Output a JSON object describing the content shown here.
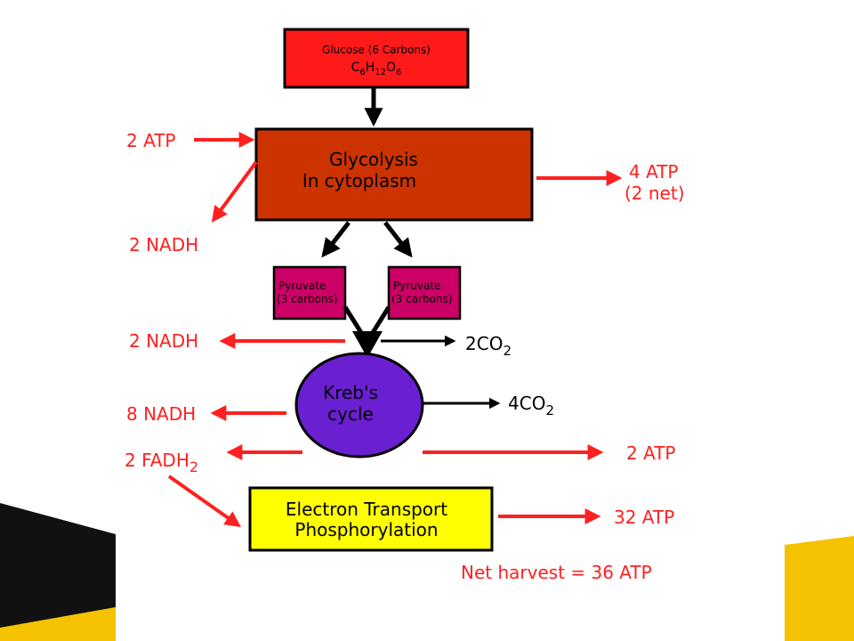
{
  "colors": {
    "glucose_fill": "#ff1a1a",
    "glycolysis_fill": "#cc3300",
    "pyruvate_fill": "#cc0066",
    "kreb_fill": "#6a1fd0",
    "etc_fill": "#ffff00",
    "red_arrow": "#ff2020",
    "red_text": "#ff2020",
    "black": "#000000",
    "slide_accent_yellow": "#f5c200",
    "slide_accent_black": "#111111"
  },
  "glucose": {
    "line1": "Glucose (6 Carbons)",
    "formula": {
      "C": "C",
      "c_sub": "6",
      "H": "H",
      "h_sub": "12",
      "O": "O",
      "o_sub": "6"
    }
  },
  "glycolysis": {
    "line1": "Glycolysis",
    "line2": "In cytoplasm"
  },
  "pyruvate_left": {
    "line1": "Pyruvate",
    "line2": "(3 carbons)"
  },
  "pyruvate_right": {
    "line1": "Pyruvate",
    "line2": "(3 carbons)"
  },
  "kreb": {
    "line1": "Kreb's",
    "line2": "cycle"
  },
  "etc": {
    "line1": "Electron Transport",
    "line2": "Phosphorylation"
  },
  "labels": {
    "atp_in": "2 ATP",
    "nadh_glycolysis": "2 NADH",
    "atp_out_line1": "4 ATP",
    "atp_out_line2": "(2 net)",
    "nadh_pyruvate": "2 NADH",
    "co2_pyruvate": {
      "base": "2CO",
      "sub": "2"
    },
    "co2_kreb": {
      "base": "4CO",
      "sub": "2"
    },
    "nadh_kreb": "8 NADH",
    "fadh": {
      "base": "2 FADH",
      "sub": "2"
    },
    "atp_kreb": "2 ATP",
    "atp_etc": "32 ATP",
    "net_harvest": "Net harvest = 36 ATP"
  }
}
